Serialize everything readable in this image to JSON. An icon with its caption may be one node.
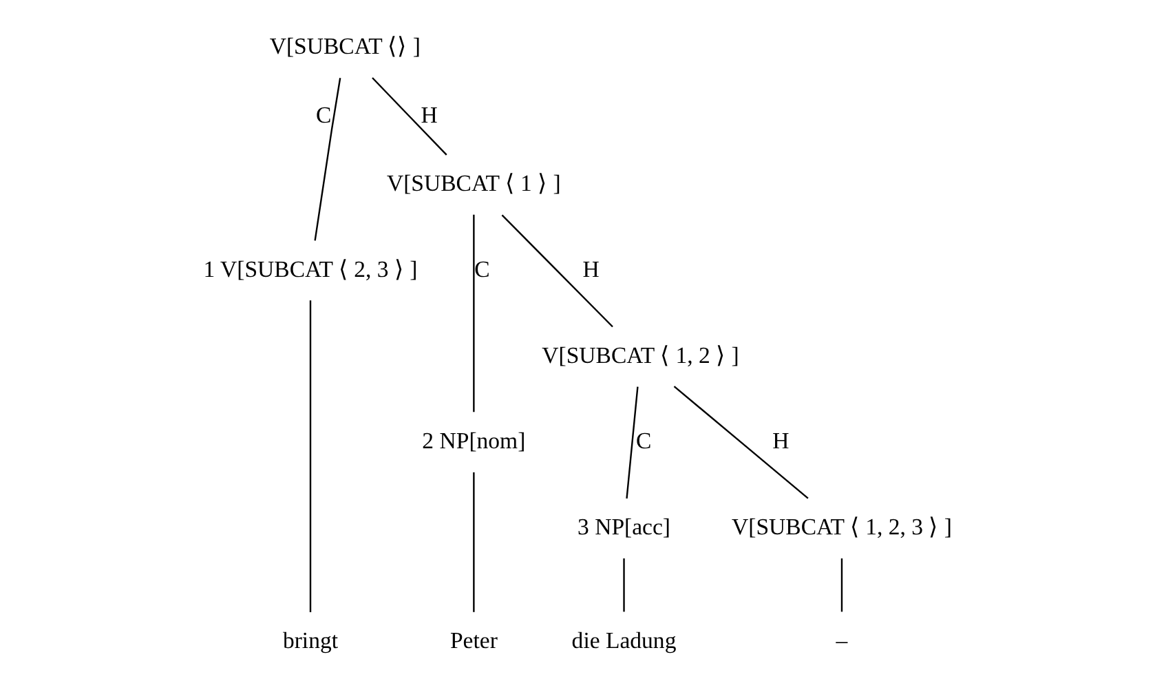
{
  "diagram": {
    "nodes": [
      {
        "text": [
          "V[SUBCAT ⟨⟩ ]"
        ]
      },
      {
        "text": [
          "1 V[SUBCAT ⟨ 2, 3 ⟩ ]"
        ]
      },
      {
        "text": [
          "V[SUBCAT ⟨ 1 ⟩ ]"
        ]
      },
      {
        "text": [
          "2 NP[nom]"
        ]
      },
      {
        "text": [
          "V[SUBCAT ⟨ 1, 2 ⟩ ]"
        ]
      },
      {
        "text": [
          "3 NP[acc]"
        ]
      },
      {
        "text": [
          "V[SUBCAT ⟨ 1, 2, 3 ⟩ ]"
        ]
      },
      {
        "text": [
          "bringt"
        ]
      },
      {
        "text": [
          "Peter"
        ]
      },
      {
        "text": [
          "die Ladung"
        ]
      },
      {
        "text": [
          "–"
        ]
      }
    ],
    "edges": [
      {
        "from": 0,
        "to": 1,
        "arrow": "none",
        "label": "C"
      },
      {
        "from": 0,
        "to": 2,
        "arrow": "none",
        "label": "H"
      },
      {
        "from": 2,
        "to": 3,
        "arrow": "none",
        "label": "C"
      },
      {
        "from": 2,
        "to": 4,
        "arrow": "none",
        "label": "H"
      },
      {
        "from": 4,
        "to": 5,
        "arrow": "none",
        "label": "C"
      },
      {
        "from": 4,
        "to": 6,
        "arrow": "none",
        "label": "H"
      },
      {
        "from": 1,
        "to": 7,
        "arrow": "none"
      },
      {
        "from": 3,
        "to": 8,
        "arrow": "none"
      },
      {
        "from": 5,
        "to": 9,
        "arrow": "none"
      },
      {
        "from": 6,
        "to": 10,
        "arrow": "none"
      }
    ]
  }
}
